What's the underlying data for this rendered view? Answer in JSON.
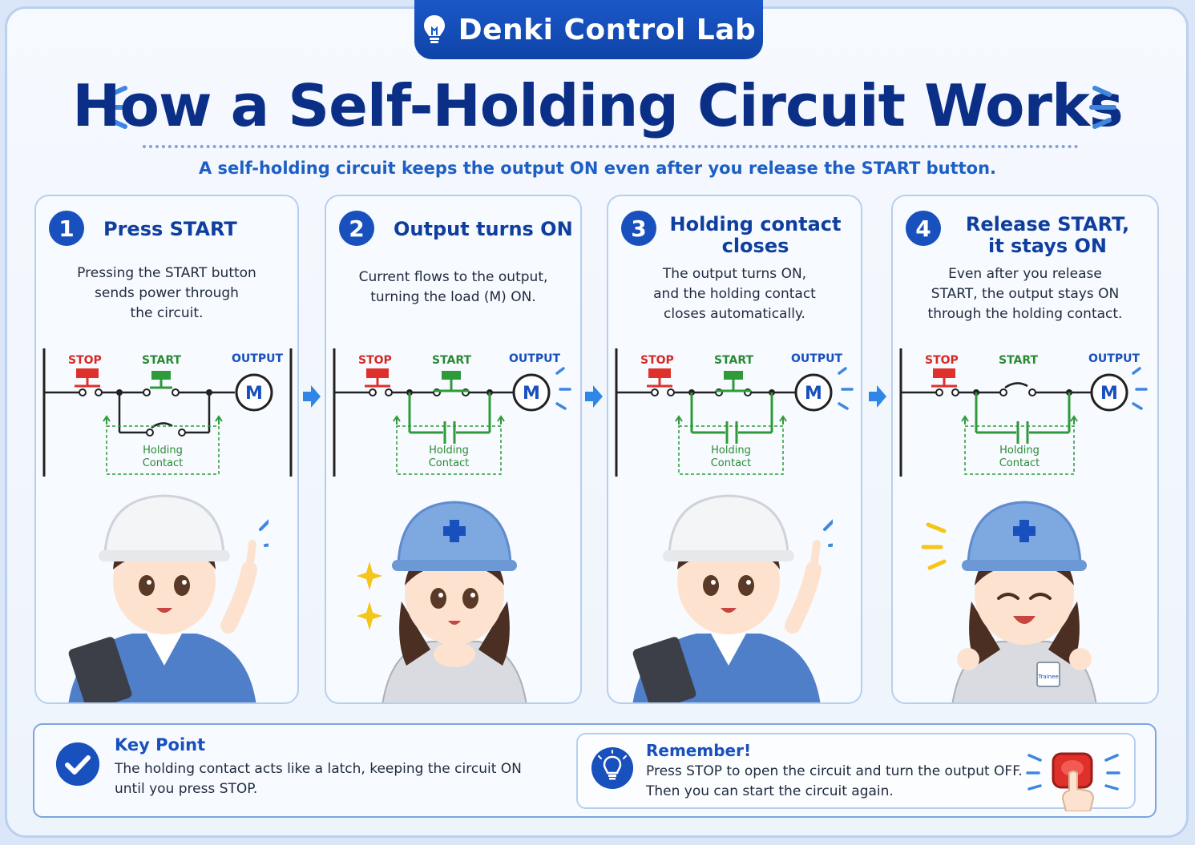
{
  "brand": {
    "name": "Denki Control Lab",
    "icon": "lightbulb-icon"
  },
  "title": "How a Self-Holding Circuit Works",
  "subtitle": "A self-holding circuit keeps the output ON even after you release the START button.",
  "steps": [
    {
      "number": "1",
      "title": "Press START",
      "description": "Pressing the START button sends power through the circuit.",
      "desc_lines": [
        "Pressing the START button",
        "sends power through",
        "the circuit."
      ],
      "labels": {
        "stop": "STOP",
        "start": "START",
        "output": "OUTPUT",
        "motor": "M",
        "holding1": "Holding",
        "holding2": "Contact"
      },
      "holding_state": "open"
    },
    {
      "number": "2",
      "title": "Output turns ON",
      "description": "Current flows to the output, turning the load (M) ON.",
      "desc_lines": [
        "Current flows to the output,",
        "turning the load (M) ON."
      ],
      "labels": {
        "stop": "STOP",
        "start": "START",
        "output": "OUTPUT",
        "motor": "M",
        "holding1": "Holding",
        "holding2": "Contact"
      },
      "holding_state": "closed"
    },
    {
      "number": "3",
      "title": "Holding contact closes",
      "title_lines": [
        "Holding contact",
        "closes"
      ],
      "description": "The output turns ON, and the holding contact closes automatically.",
      "desc_lines": [
        "The output turns ON,",
        "and the holding contact",
        "closes automatically."
      ],
      "labels": {
        "stop": "STOP",
        "start": "START",
        "output": "OUTPUT",
        "motor": "M",
        "holding1": "Holding",
        "holding2": "Contact"
      },
      "holding_state": "closed"
    },
    {
      "number": "4",
      "title": "Release START, it stays ON",
      "title_lines": [
        "Release START,",
        "it stays ON"
      ],
      "description": "Even after you release START, the output stays ON through the holding contact.",
      "desc_lines": [
        "Even after you release",
        "START, the output stays ON",
        "through the holding contact."
      ],
      "labels": {
        "stop": "STOP",
        "start": "START",
        "output": "OUTPUT",
        "motor": "M",
        "holding1": "Holding",
        "holding2": "Contact"
      },
      "holding_state": "closed"
    }
  ],
  "key_point": {
    "title": "Key Point",
    "line1": "The holding contact acts like a latch, keeping the circuit ON",
    "line2": "until you press STOP."
  },
  "remember": {
    "title": "Remember!",
    "line1": "Press STOP to open the circuit and turn the output OFF.",
    "line2": "Then you can start the circuit again."
  },
  "badge_text": "Trainee",
  "colors": {
    "primary": "#1850bd",
    "title": "#0b2f86",
    "stop_red": "#e0302b",
    "start_green": "#2f9a3a",
    "holding_green": "#2f9a3a",
    "accent_blue": "#2f86e6"
  }
}
